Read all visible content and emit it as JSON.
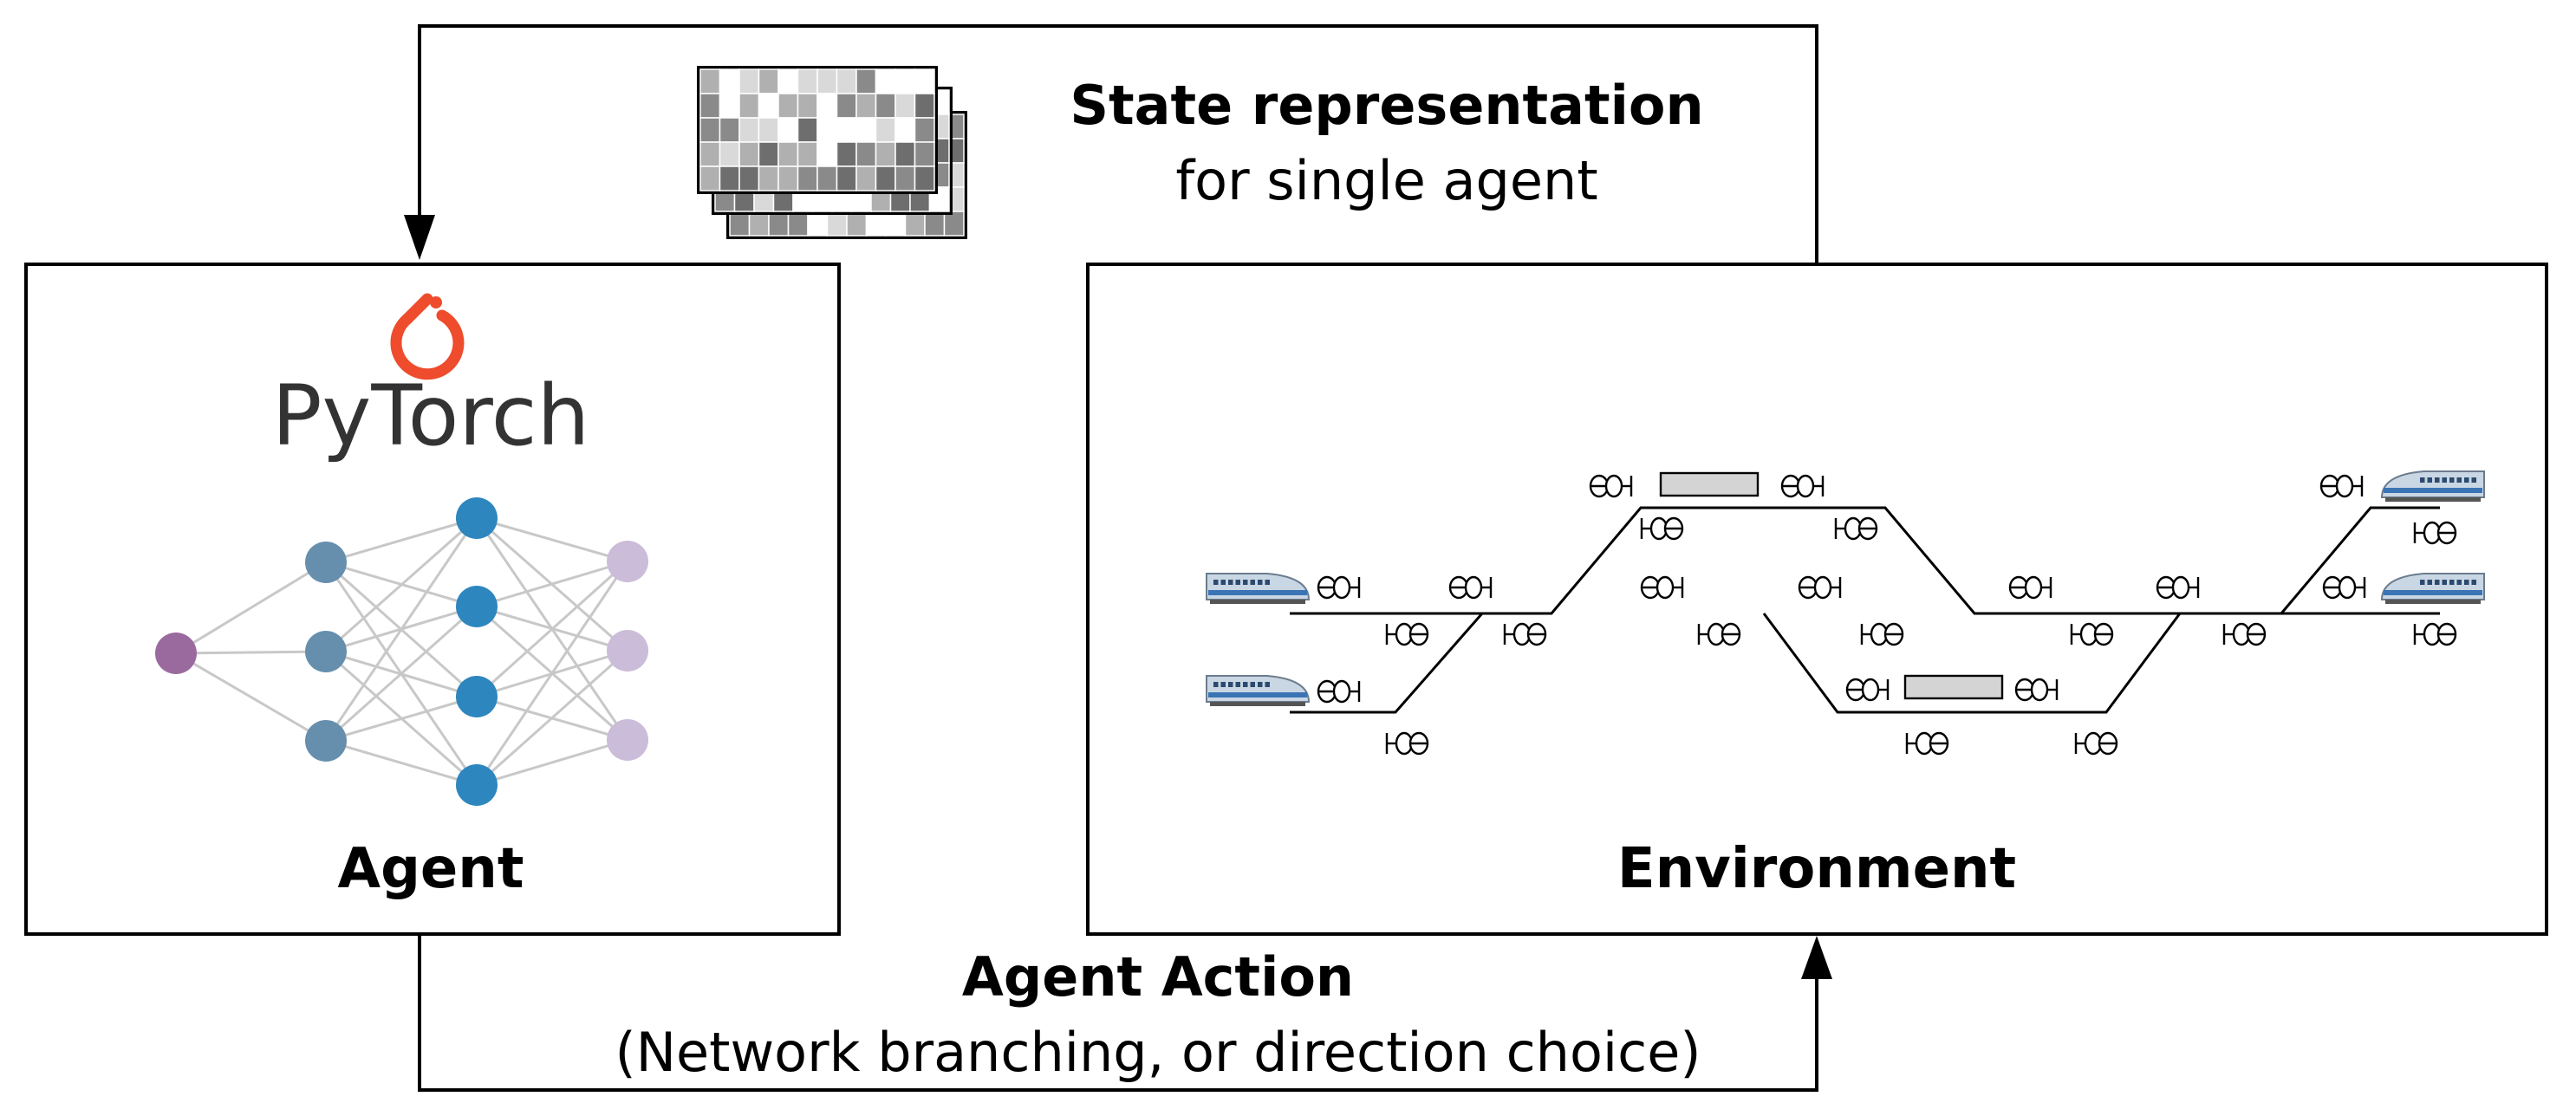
{
  "state": {
    "title": "State representation",
    "subtitle": "for single agent"
  },
  "agent": {
    "logo_text": "PyTorch",
    "label": "Agent"
  },
  "environment": {
    "label": "Environment"
  },
  "action": {
    "title": "Agent Action",
    "subtitle": "(Network branching, or direction choice)"
  },
  "colors": {
    "pytorch_flame": "#ee4c2c",
    "nn_input": "#9a6a9e",
    "nn_hidden1": "#668fae",
    "nn_hidden2": "#2e86bf",
    "nn_output": "#cbbcd9",
    "train_body": "#c9d6e3",
    "train_stripe": "#3a74b4"
  },
  "icons": [
    "pytorch-flame-icon",
    "state-grid-icon",
    "train-icon",
    "signal-icon",
    "occupied-block-icon",
    "neural-network-icon"
  ]
}
